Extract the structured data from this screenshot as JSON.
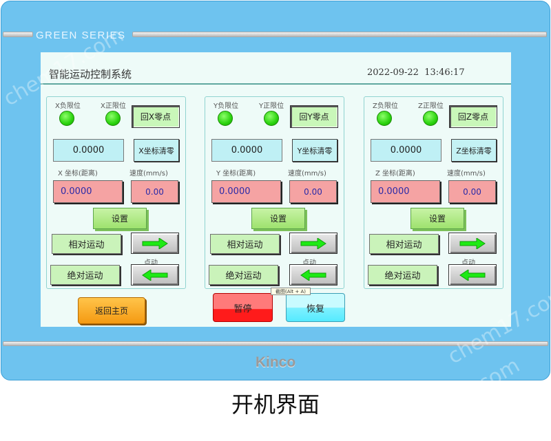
{
  "device": {
    "top_brand": "GREEN  SERIES",
    "bottom_brand": "Kinco",
    "colors": {
      "bezel": "#6ec3ef",
      "screen": "#eefbf8"
    }
  },
  "screen": {
    "title": "智能运动控制系统",
    "datetime": "2022-09-22  13:46:17"
  },
  "axes": [
    {
      "neg_limit": "X负限位",
      "pos_limit": "X正限位",
      "home_button": "回X零点",
      "coord_value": "0.0000",
      "clear_button": "X坐标清零",
      "coord_label": "X 坐标(距离)",
      "speed_label": "速度(mm/s)",
      "coord_input": "0.0000",
      "speed_input": "0.00",
      "set_button": "设置",
      "relative_button": "相对运动",
      "absolute_button": "绝对运动",
      "jog_label": "点动"
    },
    {
      "neg_limit": "Y负限位",
      "pos_limit": "Y正限位",
      "home_button": "回Y零点",
      "coord_value": "0.0000",
      "clear_button": "Y坐标清零",
      "coord_label": "Y 坐标(距离)",
      "speed_label": "速度(mm/s)",
      "coord_input": "0.0000",
      "speed_input": "0.00",
      "set_button": "设置",
      "relative_button": "相对运动",
      "absolute_button": "绝对运动",
      "jog_label": "点动"
    },
    {
      "neg_limit": "Z负限位",
      "pos_limit": "Z正限位",
      "home_button": "回Z零点",
      "coord_value": "0.0000",
      "clear_button": "Z坐标清零",
      "coord_label": "Z 坐标(距离)",
      "speed_label": "速度(mm/s)",
      "coord_input": "0.0000",
      "speed_input": "0.00",
      "set_button": "设置",
      "relative_button": "相对运动",
      "absolute_button": "绝对运动",
      "jog_label": "点动"
    }
  ],
  "controls": {
    "home_page": "返回主页",
    "pause": "暂停",
    "resume": "恢复"
  },
  "tooltip": "截图(Alt + A)",
  "watermarks": [
    "chem17.com",
    "chem17.com",
    "chem17.com"
  ],
  "caption": "开机界面"
}
